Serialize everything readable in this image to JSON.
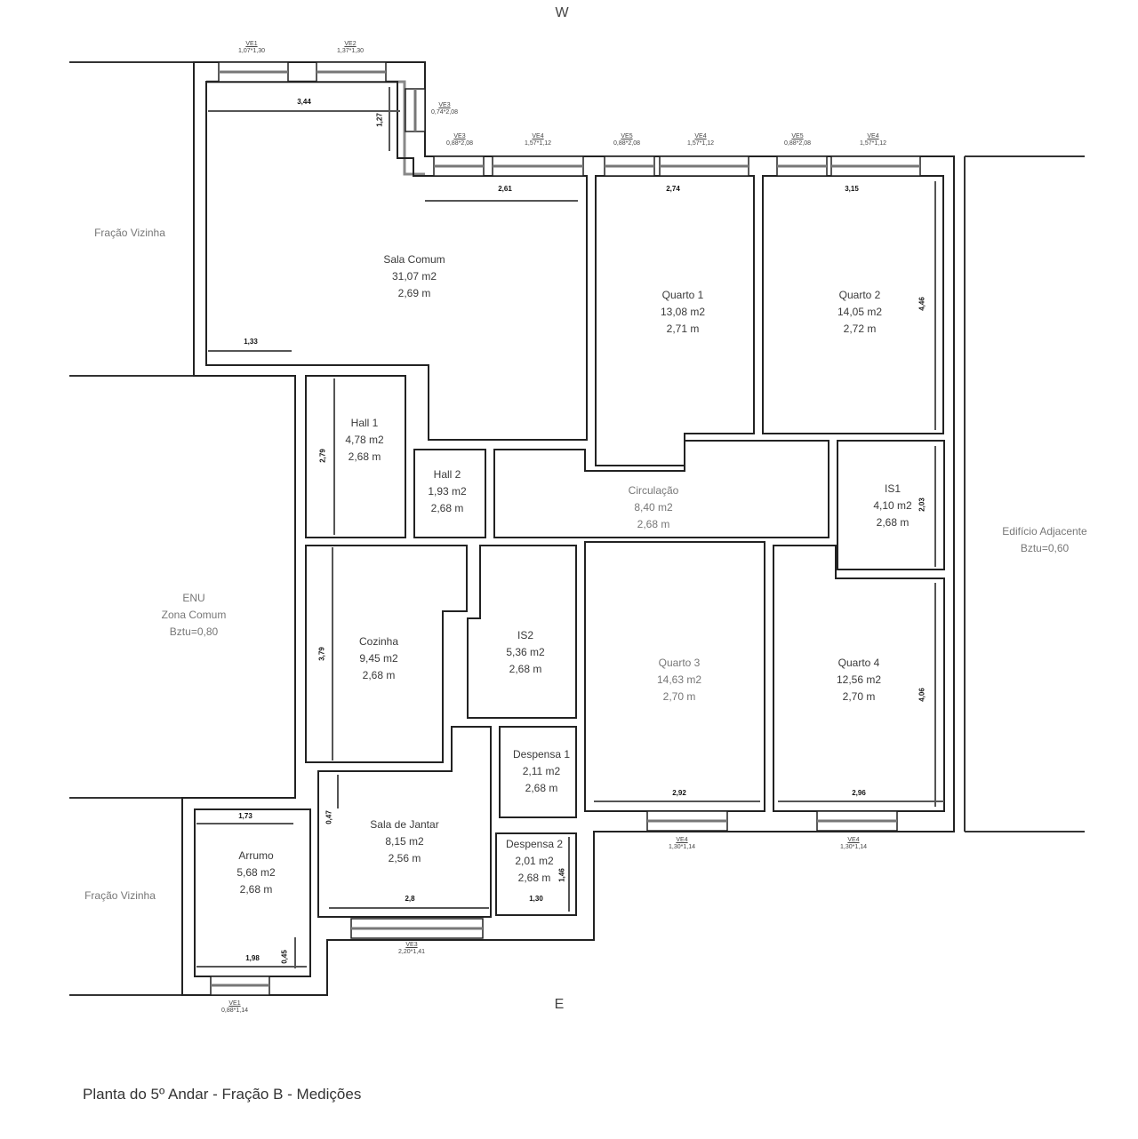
{
  "compass": {
    "north_label": "W",
    "south_label": "E"
  },
  "caption": "Planta do 5º Andar - Fração B - Medições",
  "surroundings": [
    {
      "id": "fracao-vizinha-top",
      "text": "Fração Vizinha"
    },
    {
      "id": "enu",
      "lines": [
        "ENU",
        "Zona Comum",
        "Bztu=0,80"
      ]
    },
    {
      "id": "fracao-vizinha-bottom",
      "text": "Fração Vizinha"
    },
    {
      "id": "edificio-adjacente",
      "lines": [
        "Edifício Adjacente",
        "Bztu=0,60"
      ]
    }
  ],
  "rooms": [
    {
      "name": "Sala Comum",
      "area": "31,07 m2",
      "height": "2,69 m"
    },
    {
      "name": "Quarto 1",
      "area": "13,08 m2",
      "height": "2,71 m"
    },
    {
      "name": "Quarto 2",
      "area": "14,05 m2",
      "height": "2,72 m"
    },
    {
      "name": "Hall 1",
      "area": "4,78 m2",
      "height": "2,68 m"
    },
    {
      "name": "Hall 2",
      "area": "1,93 m2",
      "height": "2,68 m"
    },
    {
      "name": "Circulação",
      "area": "8,40 m2",
      "height": "2,68 m"
    },
    {
      "name": "IS1",
      "area": "4,10 m2",
      "height": "2,68 m"
    },
    {
      "name": "Cozinha",
      "area": "9,45 m2",
      "height": "2,68 m"
    },
    {
      "name": "IS2",
      "area": "5,36 m2",
      "height": "2,68 m"
    },
    {
      "name": "Quarto 3",
      "area": "14,63 m2",
      "height": "2,70 m"
    },
    {
      "name": "Quarto 4",
      "area": "12,56 m2",
      "height": "2,70 m"
    },
    {
      "name": "Despensa 1",
      "area": "2,11 m2",
      "height": "2,68 m"
    },
    {
      "name": "Despensa 2",
      "area": "2,01 m2",
      "height": "2,68 m"
    },
    {
      "name": "Sala de Jantar",
      "area": "8,15 m2",
      "height": "2,56 m"
    },
    {
      "name": "Arrumo",
      "area": "5,68 m2",
      "height": "2,68 m"
    }
  ],
  "dimensions": {
    "sala_comum_top": "3,44",
    "sala_comum_side": "1,27",
    "sala_comum_lower": "1,33",
    "sala_comum_east": "2,61",
    "quarto1_width": "2,74",
    "quarto2_width": "3,15",
    "quarto2_depth": "4,46",
    "hall1_depth": "2,79",
    "is1_depth": "2,03",
    "cozinha_depth": "3,79",
    "quarto3_width": "2,92",
    "quarto4_width": "2,96",
    "quarto4_depth": "4,06",
    "sala_jantar_side": "0,47",
    "sala_jantar_width": "2,8",
    "despensa2_side": "1,46",
    "despensa2_width": "1,30",
    "arrumo_width": "1,73",
    "arrumo_lower": "1,98",
    "arrumo_side": "0,45"
  },
  "windows": [
    {
      "code": "VE1",
      "size": "1,07*1,30"
    },
    {
      "code": "VE2",
      "size": "1,37*1,30"
    },
    {
      "code": "VE3",
      "size": "0,74*2,08"
    },
    {
      "code": "VE3",
      "size": "0,88*2,08"
    },
    {
      "code": "VE4",
      "size": "1,57*1,12"
    },
    {
      "code": "VE5",
      "size": "0,88*2,08"
    },
    {
      "code": "VE4",
      "size": "1,57*1,12"
    },
    {
      "code": "VE5",
      "size": "0,88*2,08"
    },
    {
      "code": "VE4",
      "size": "1,57*1,12"
    },
    {
      "code": "VE4",
      "size": "1,30*1,14"
    },
    {
      "code": "VE4",
      "size": "1,30*1,14"
    },
    {
      "code": "VE3",
      "size": "2,20*1,41"
    },
    {
      "code": "VE1",
      "size": "0,88*1,14"
    }
  ]
}
